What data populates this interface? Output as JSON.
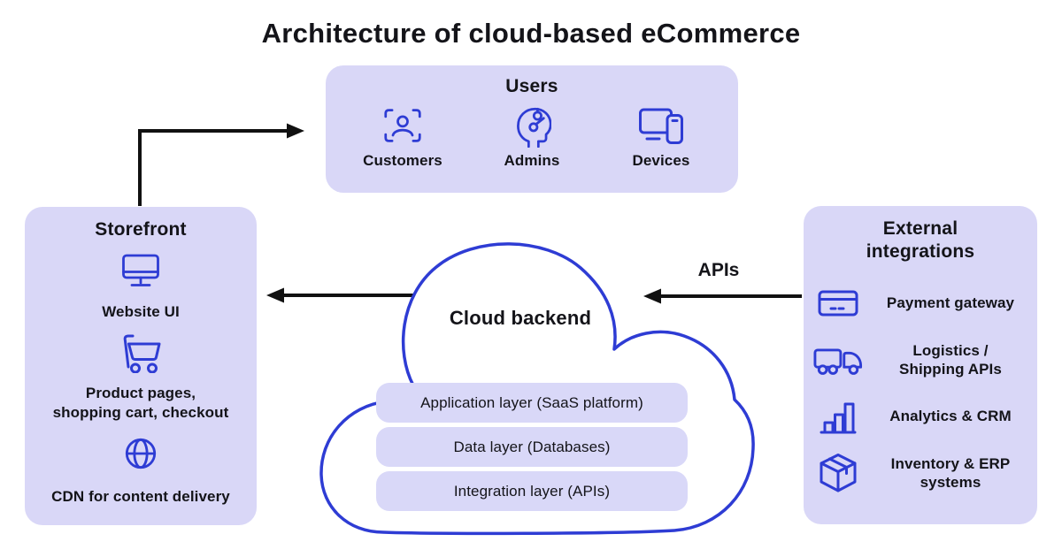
{
  "title": "Architecture of cloud-based eCommerce",
  "colors": {
    "panel_fill": "#d9d7f7",
    "layer_fill": "#d9d8f8",
    "icon_blue": "#2e3cd4",
    "cloud_stroke": "#2e3cd4",
    "cloud_fill": "#ffffff",
    "arrow_black": "#111111",
    "text_dark": "#141419",
    "background": "#ffffff"
  },
  "users": {
    "title": "Users",
    "items": [
      {
        "icon": "customers-icon",
        "label": "Customers"
      },
      {
        "icon": "admins-icon",
        "label": "Admins"
      },
      {
        "icon": "devices-icon",
        "label": "Devices"
      }
    ]
  },
  "storefront": {
    "title": "Storefront",
    "items": [
      {
        "icon": "monitor-icon",
        "lines": [
          "Website UI"
        ]
      },
      {
        "icon": "shopping-cart-icon",
        "lines": [
          "Product pages,",
          "shopping cart, checkout"
        ]
      },
      {
        "icon": "globe-icon",
        "lines": [
          "CDN for content delivery"
        ]
      }
    ]
  },
  "cloud": {
    "title": "Cloud backend",
    "layers": [
      "Application layer (SaaS platform)",
      "Data layer (Databases)",
      "Integration layer (APIs)"
    ]
  },
  "external": {
    "title": "External integrations",
    "items": [
      {
        "icon": "payment-card-icon",
        "lines": [
          "Payment gateway"
        ]
      },
      {
        "icon": "truck-icon",
        "lines": [
          "Logistics /",
          "Shipping APIs"
        ]
      },
      {
        "icon": "bar-chart-icon",
        "lines": [
          "Analytics & CRM"
        ]
      },
      {
        "icon": "package-box-icon",
        "lines": [
          "Inventory & ERP",
          "systems"
        ]
      }
    ]
  },
  "labels": {
    "apis_arrow": "APIs"
  }
}
